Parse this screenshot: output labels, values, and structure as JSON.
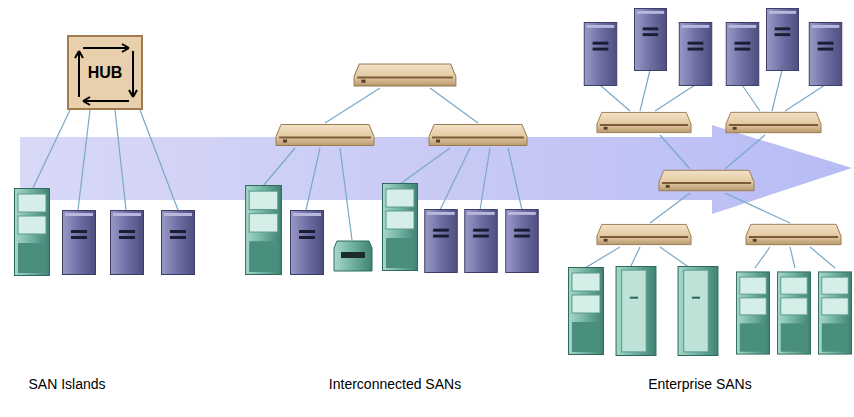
{
  "diagram": {
    "nodes": [
      {
        "text": [
          "HUB"
        ]
      }
    ],
    "labels": [
      "SAN Islands",
      "Interconnected SANs",
      "Enterprise SANs"
    ]
  }
}
